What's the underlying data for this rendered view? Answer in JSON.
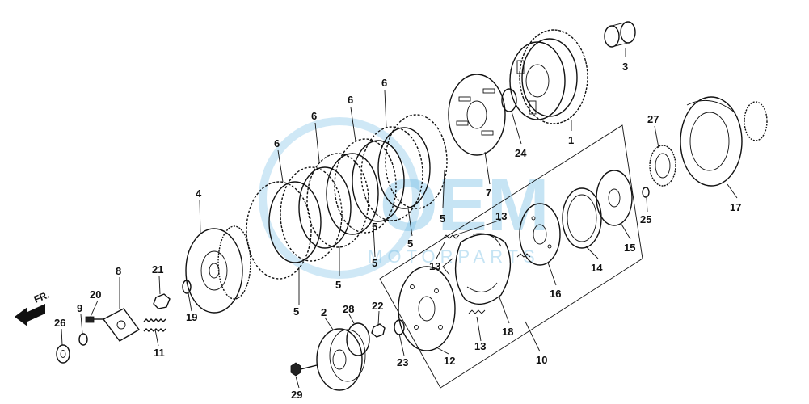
{
  "direction_indicator": "FR.",
  "watermark": {
    "logo_text": "OEM",
    "tagline": "MOTORPARTS"
  },
  "callouts": {
    "c1": "1",
    "c2": "2",
    "c3": "3",
    "c4": "4",
    "c5a": "5",
    "c5b": "5",
    "c5c": "5",
    "c5d": "5",
    "c5e": "5",
    "c5f": "5",
    "c6a": "6",
    "c6b": "6",
    "c6c": "6",
    "c6d": "6",
    "c7": "7",
    "c8": "8",
    "c9": "9",
    "c10": "10",
    "c11": "11",
    "c12": "12",
    "c13a": "13",
    "c13b": "13",
    "c13c": "13",
    "c14": "14",
    "c15": "15",
    "c16": "16",
    "c17": "17",
    "c18": "18",
    "c19": "19",
    "c20": "20",
    "c21": "21",
    "c22": "22",
    "c23": "23",
    "c24": "24",
    "c25": "25",
    "c26": "26",
    "c27": "27",
    "c28": "28",
    "c29": "29"
  }
}
